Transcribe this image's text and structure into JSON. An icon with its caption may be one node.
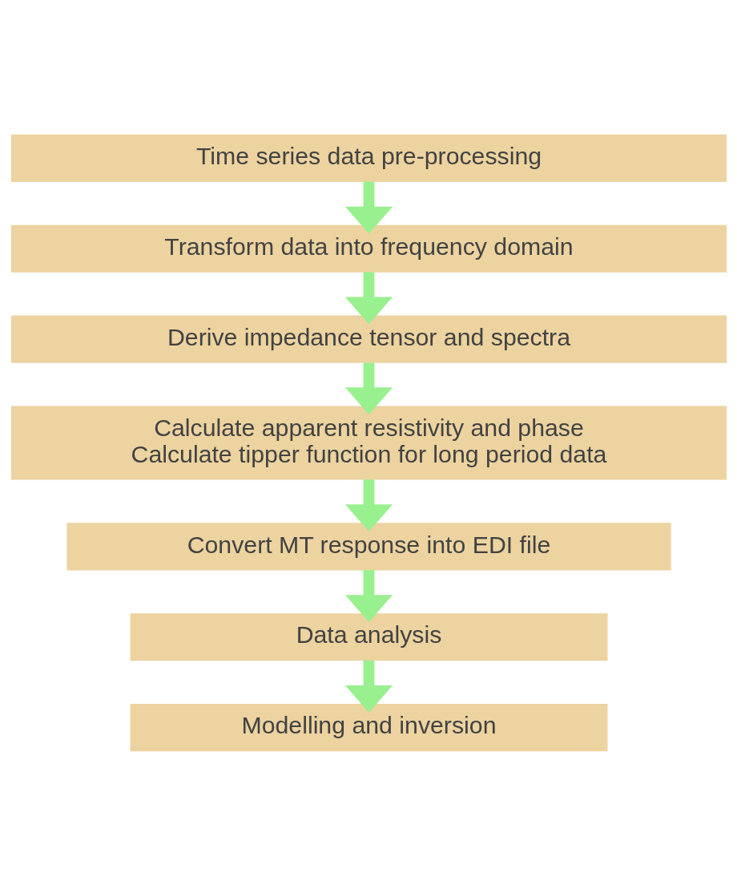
{
  "diagram": {
    "nodes": [
      {
        "text": [
          "Time series data pre-processing"
        ]
      },
      {
        "text": [
          "Transform data into frequency domain"
        ]
      },
      {
        "text": [
          "Derive impedance tensor and spectra"
        ]
      },
      {
        "text": [
          "Calculate apparent resistivity and phase",
          "Calculate tipper function for long period data"
        ]
      },
      {
        "text": [
          "Convert MT response into EDI file"
        ]
      },
      {
        "text": [
          "Data analysis"
        ]
      },
      {
        "text": [
          "Modelling and inversion"
        ]
      }
    ],
    "edges": [
      {
        "from": 0,
        "to": 1,
        "arrow": "to"
      },
      {
        "from": 1,
        "to": 2,
        "arrow": "to"
      },
      {
        "from": 2,
        "to": 3,
        "arrow": "to"
      },
      {
        "from": 3,
        "to": 4,
        "arrow": "to"
      },
      {
        "from": 4,
        "to": 5,
        "arrow": "to"
      },
      {
        "from": 5,
        "to": 6,
        "arrow": "to"
      }
    ]
  }
}
